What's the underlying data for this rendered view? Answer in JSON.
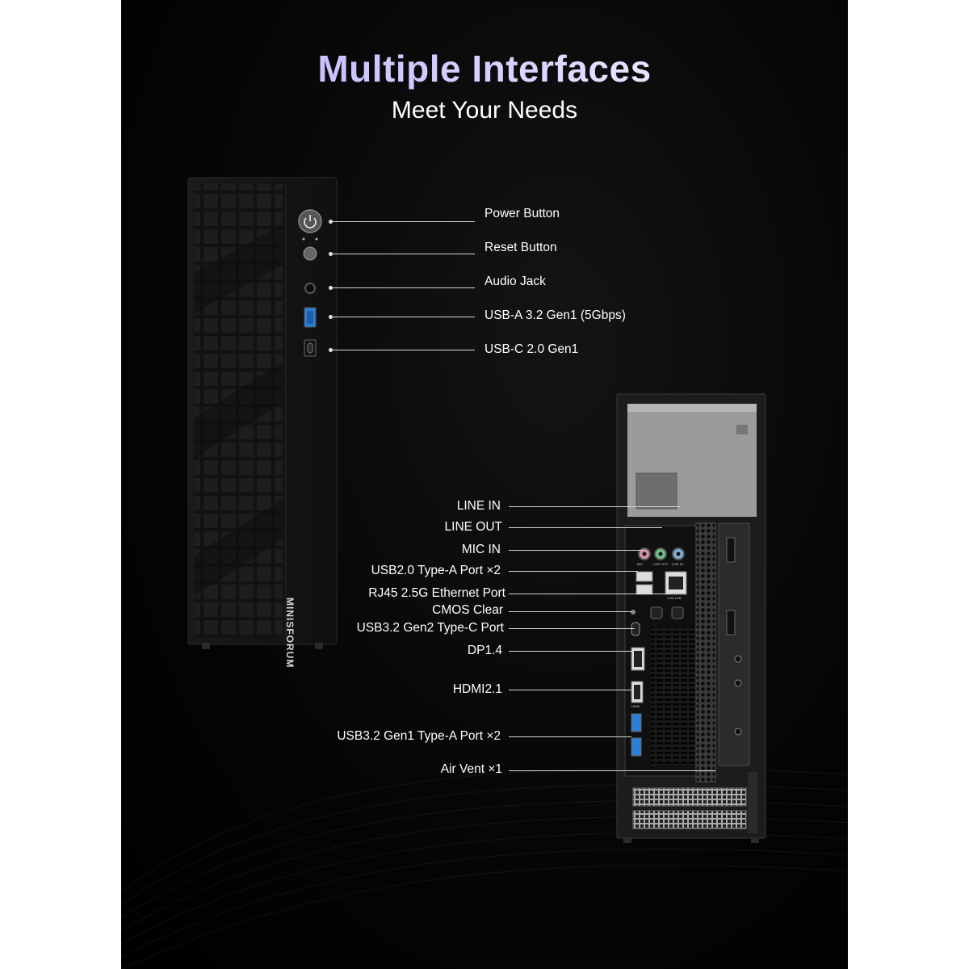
{
  "title": "Multiple Interfaces",
  "subtitle": "Meet Your Needs",
  "brand": "MINISFORUM",
  "colors": {
    "background": "#000000",
    "title_gradient_start": "#b9b0ff",
    "title_gradient_end": "#ffffff",
    "label_text": "#ffffff",
    "usb_blue": "#2d7fd6",
    "audio_pink": "#d98fb0",
    "audio_green": "#6fc38a",
    "audio_blue": "#7fb0d8"
  },
  "front_ports": [
    {
      "label": "Power Button",
      "icon": "power-icon"
    },
    {
      "label": "Reset Button",
      "icon": "reset-icon"
    },
    {
      "label": "Audio Jack",
      "icon": "audio-jack-icon"
    },
    {
      "label": "USB-A 3.2 Gen1 (5Gbps)",
      "icon": "usb-a-icon"
    },
    {
      "label": "USB-C 2.0 Gen1",
      "icon": "usb-c-icon"
    }
  ],
  "rear_ports": [
    {
      "label": "LINE IN"
    },
    {
      "label": "LINE OUT"
    },
    {
      "label": "MIC IN"
    },
    {
      "label": "USB2.0 Type-A Port ×2"
    },
    {
      "label": "RJ45 2.5G Ethernet Port"
    },
    {
      "label": "CMOS Clear"
    },
    {
      "label": "USB3.2 Gen2 Type-C Port"
    },
    {
      "label": "DP1.4"
    },
    {
      "label": "HDMI2.1"
    },
    {
      "label": "USB3.2 Gen1 Type-A Port  ×2"
    },
    {
      "label": "Air Vent ×1"
    }
  ],
  "rear_small_labels": {
    "mic": "MIC",
    "line_out": "LINE OUT",
    "line_in": "LINE IN",
    "lan": "2.5G LAN",
    "hdmi": "HDMI"
  }
}
